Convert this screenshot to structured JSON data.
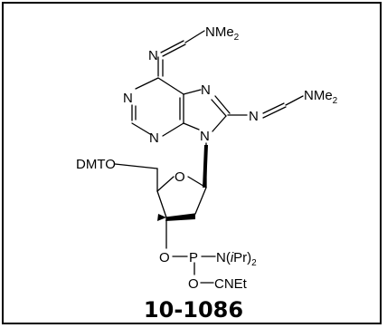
{
  "structure": {
    "labels": {
      "nme2_top": {
        "main": "NMe",
        "sub": "2"
      },
      "n_exo_top": "N",
      "n1": "N",
      "n3": "N",
      "n7": "N",
      "n9": "N",
      "n_exo_right": "N",
      "nme2_right": {
        "main": "NMe",
        "sub": "2"
      },
      "dmto": "DMTO",
      "ring_o": "O",
      "o3": "O",
      "p": "P",
      "nipr2": {
        "prefix": "N(",
        "italic": "i",
        "middle": "Pr)",
        "sub": "2"
      },
      "o_cne": "O",
      "cnet": "CNEt"
    }
  },
  "catalog_number": "10-1086",
  "colors": {
    "ink": "#000000",
    "background": "#ffffff"
  }
}
